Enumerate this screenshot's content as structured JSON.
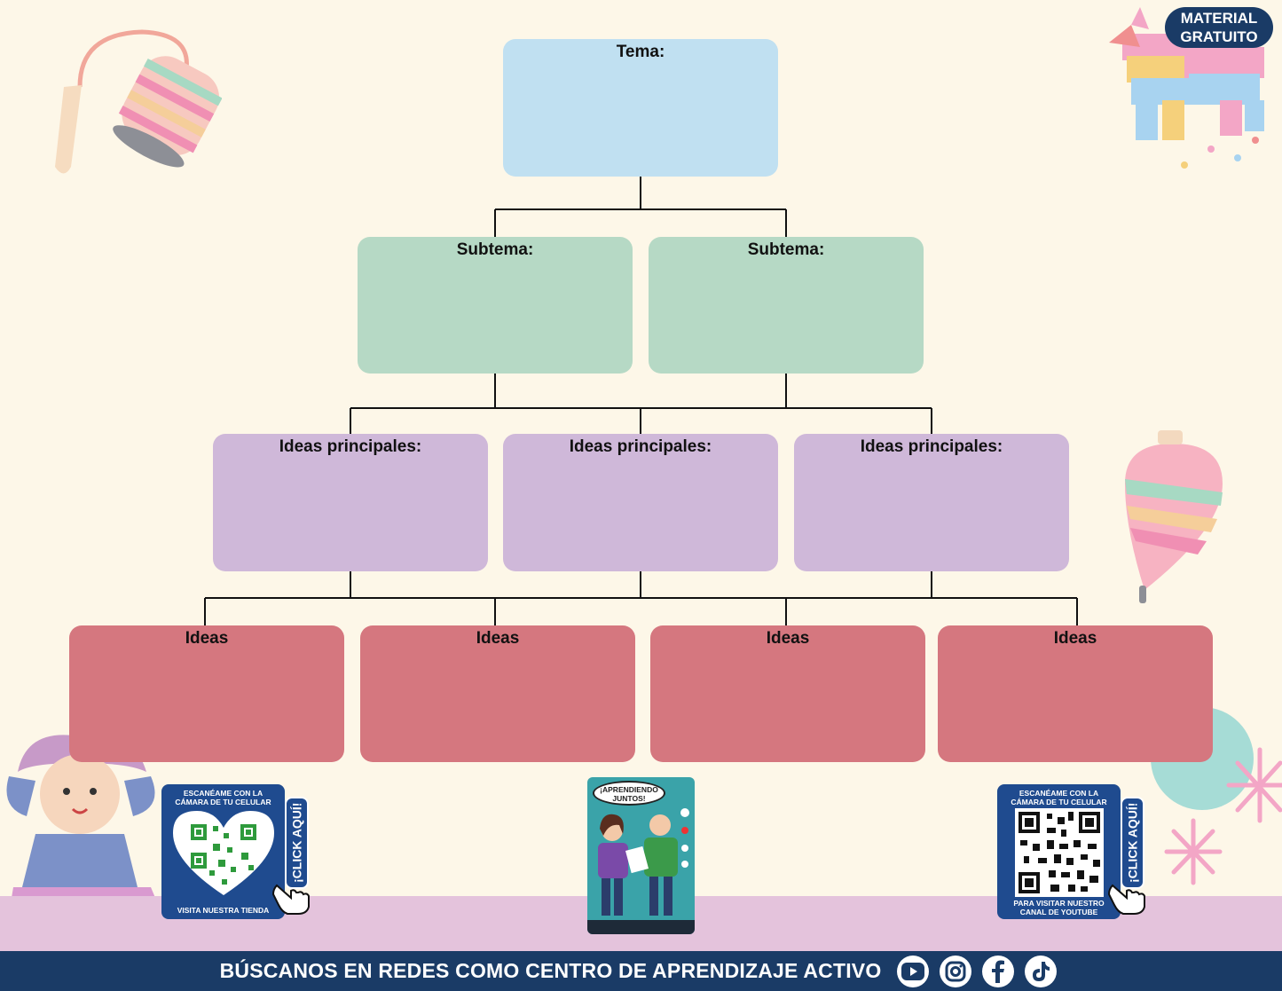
{
  "badge": {
    "line1": "MATERIAL",
    "line2": "GRATUITO"
  },
  "tree": {
    "tema": "Tema:",
    "subtemas": [
      "Subtema:",
      "Subtema:"
    ],
    "ideas_principales": [
      "Ideas principales:",
      "Ideas principales:",
      "Ideas principales:"
    ],
    "ideas": [
      "Ideas",
      "Ideas",
      "Ideas",
      "Ideas"
    ]
  },
  "qr_store": {
    "top": "ESCANÉAME CON LA CÁMARA DE TU CELULAR",
    "bottom": "VISITA NUESTRA TIENDA",
    "side": "¡CLICK AQUÍ!"
  },
  "qr_youtube": {
    "top": "ESCANÉAME CON LA CÁMARA DE TU CELULAR",
    "bottom": "PARA VISITAR NUESTRO CANAL DE YOUTUBE",
    "side": "¡CLICK AQUÍ!"
  },
  "phone": {
    "bubble": "¡APRENDIENDO JUNTOS!"
  },
  "footer": {
    "text": "BÚSCANOS EN REDES COMO CENTRO DE APRENDIZAJE ACTIVO"
  },
  "colors": {
    "tema": "#c0e0f1",
    "subtema": "#b6d9c5",
    "ideas_principales": "#cfb8d9",
    "ideas": "#d5777f",
    "navy": "#1a3b66",
    "background": "#fdf7e8"
  },
  "icons": [
    "youtube-icon",
    "instagram-icon",
    "facebook-icon",
    "tiktok-icon"
  ]
}
